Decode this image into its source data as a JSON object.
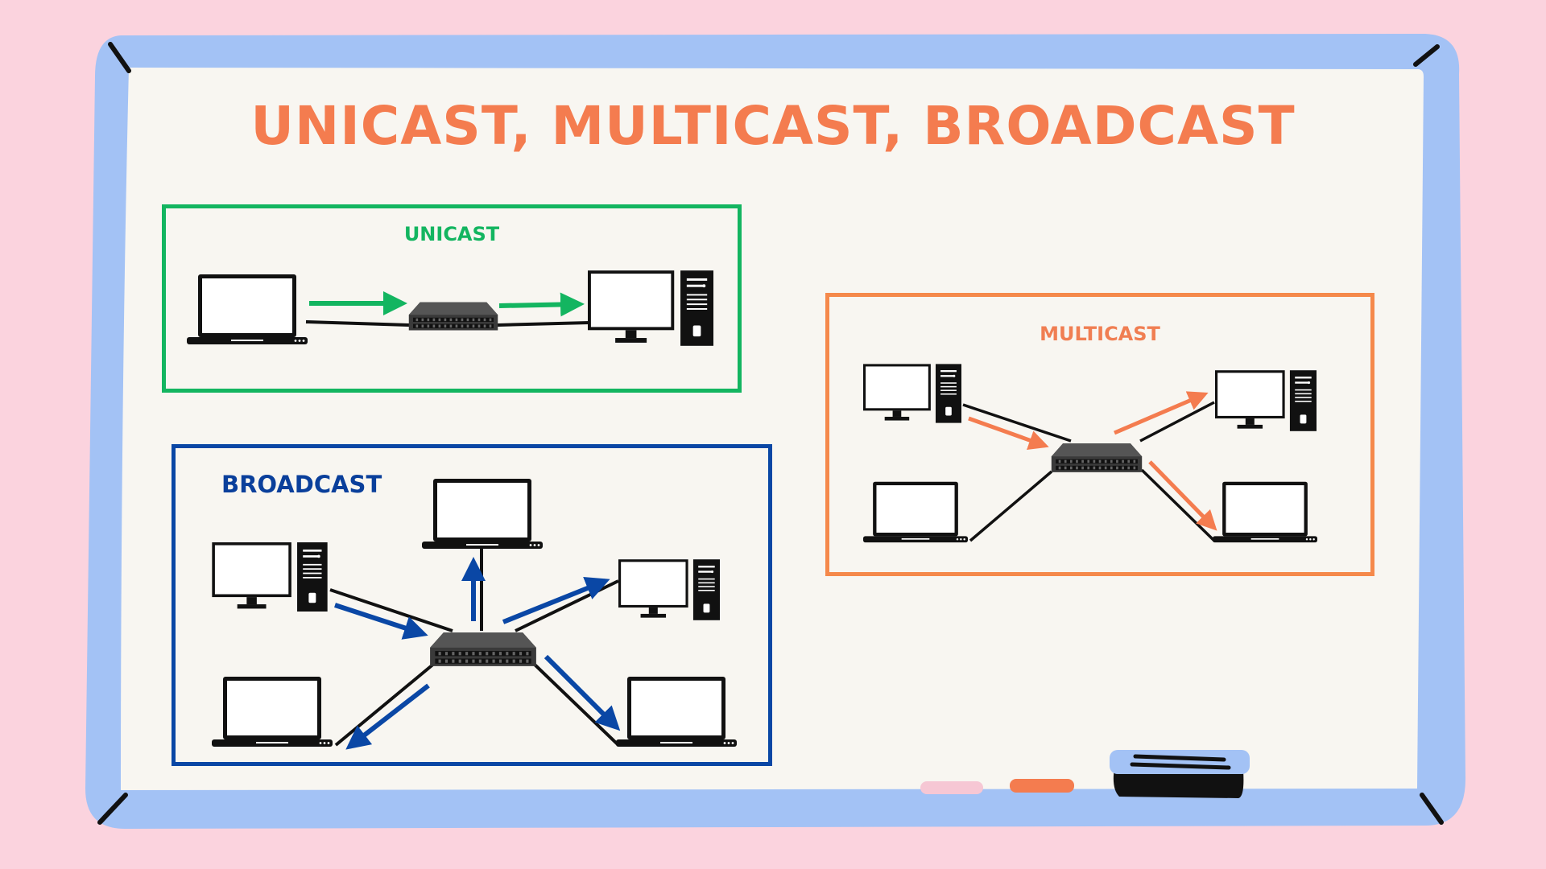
{
  "title": "UNICAST, MULTICAST, BROADCAST",
  "panels": {
    "unicast": {
      "label": "UNICAST"
    },
    "multicast": {
      "label": "MULTICAST"
    },
    "broadcast": {
      "label": "BROADCAST"
    }
  },
  "colors": {
    "background": "#fbd3de",
    "board_frame": "#a3c2f5",
    "board_surface": "#f8f6f1",
    "title": "#f47c4f",
    "unicast": "#13b560",
    "multicast": "#f5894b",
    "broadcast": "#0a47a5"
  }
}
